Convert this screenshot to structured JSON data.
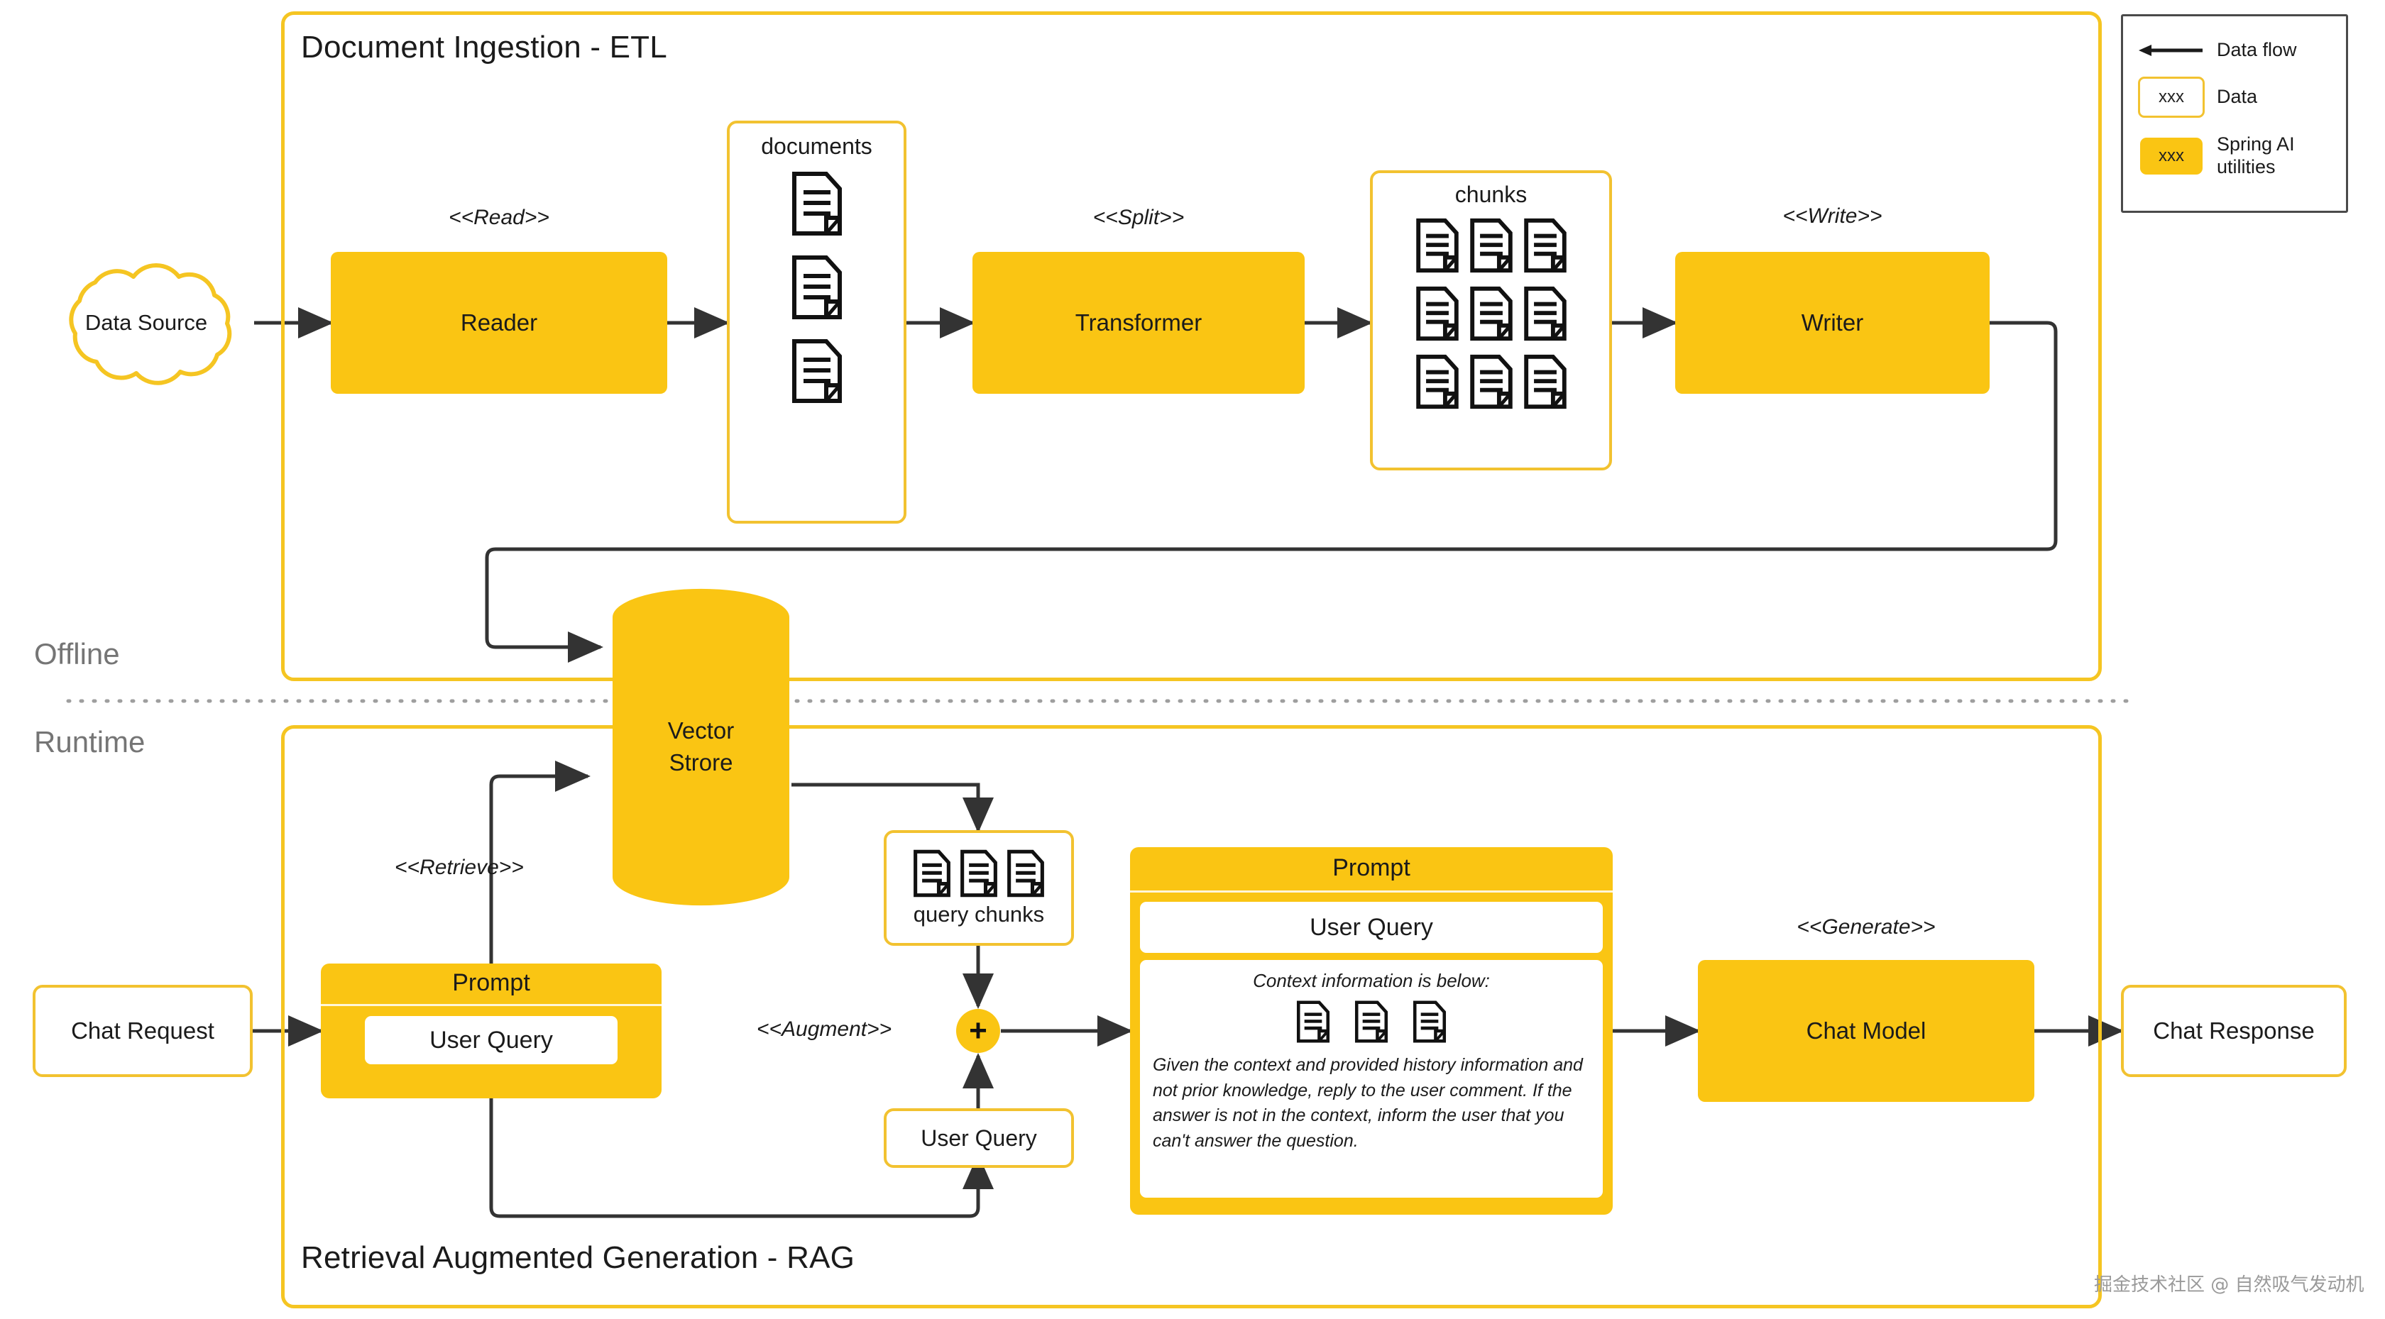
{
  "diagram": {
    "title_etl": "Document Ingestion - ETL",
    "title_rag": "Retrieval Augmented Generation - RAG",
    "phase_offline": "Offline",
    "phase_runtime": "Runtime",
    "watermark": "掘金技术社区 @ 自然吸气发动机",
    "colors": {
      "utility_fill": "#FAC513",
      "data_border": "#F2C230",
      "group_border": "#F5C522",
      "arrow": "#333333",
      "phase_label": "#757575"
    }
  },
  "legend": {
    "title": "",
    "rows": [
      {
        "kind": "arrow",
        "swatch_label": "",
        "label": "Data flow",
        "icon": "left-arrow-icon"
      },
      {
        "kind": "data",
        "swatch_label": "xxx",
        "label": "Data",
        "icon": "data-box-icon"
      },
      {
        "kind": "utility",
        "swatch_label": "xxx",
        "label": "Spring AI utilities",
        "icon": "utility-box-icon"
      }
    ]
  },
  "etl": {
    "data_source": "Data Source",
    "stereotype_read": "<<Read>>",
    "reader": "Reader",
    "documents_label": "documents",
    "documents_count": 3,
    "stereotype_split": "<<Split>>",
    "transformer": "Transformer",
    "chunks_label": "chunks",
    "chunks_count": 9,
    "stereotype_write": "<<Write>>",
    "writer": "Writer"
  },
  "store": {
    "vector_store_line1": "Vector",
    "vector_store_line2": "Strore"
  },
  "rag": {
    "chat_request": "Chat Request",
    "stereotype_retrieve": "<<Retrieve>>",
    "prompt_small_title": "Prompt",
    "prompt_small_inner": "User Query",
    "query_chunks_label": "query chunks",
    "query_chunks_count": 3,
    "stereotype_augment": "<<Augment>>",
    "plus_symbol": "+",
    "user_query_box": "User Query",
    "prompt_big_title": "Prompt",
    "prompt_big_inner": "User Query",
    "context_title": "Context information is below:",
    "context_docs_count": 3,
    "context_text": "Given the context and provided history information and not prior knowledge, reply to the user comment. If the answer is not in the context, inform the user that you can't answer the question.",
    "stereotype_generate": "<<Generate>>",
    "chat_model": "Chat Model",
    "chat_response": "Chat Response"
  }
}
